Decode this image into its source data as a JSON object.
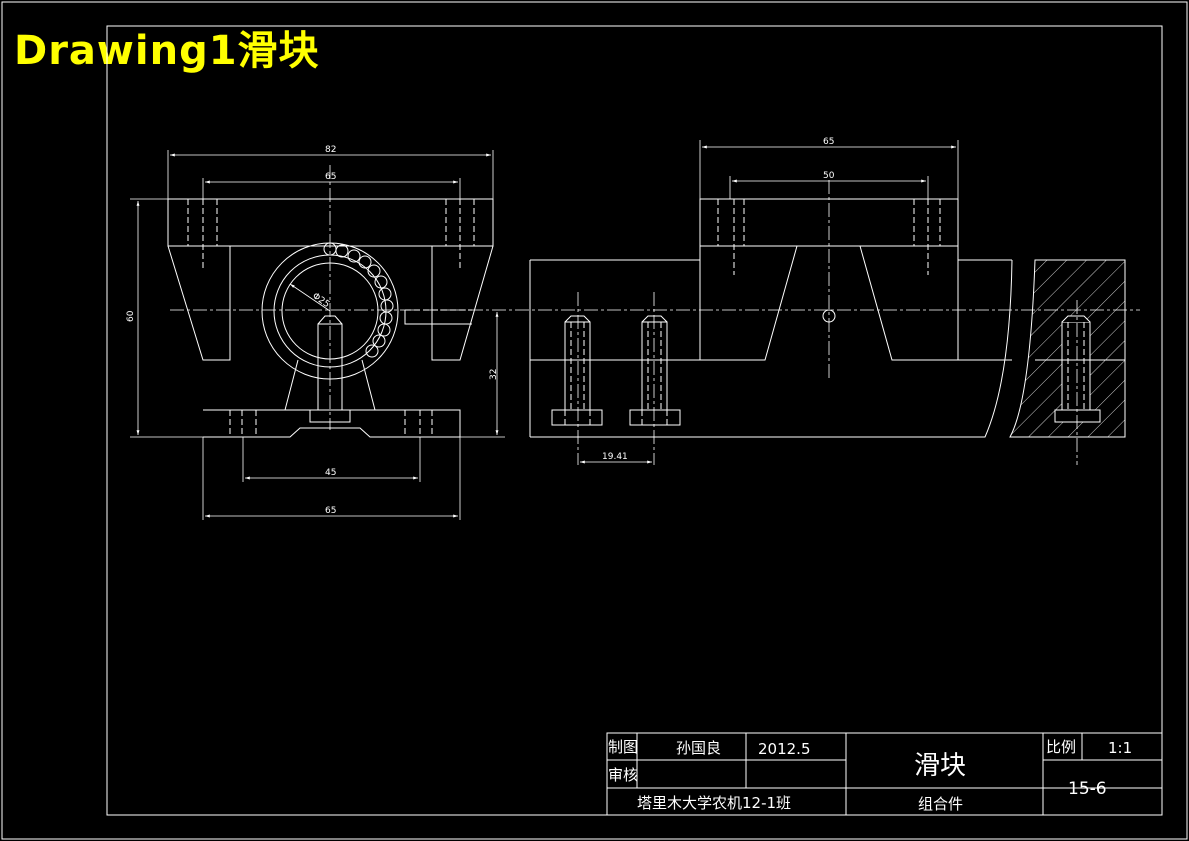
{
  "header": {
    "title": "Drawing1滑块"
  },
  "dimensions": {
    "front_top_width": "82",
    "front_hole_spacing": "65",
    "front_height": "60",
    "bore_diameter": "Φ25",
    "center_height": "32",
    "base_bolt_spacing": "45",
    "base_width": "65",
    "side_length": "65",
    "side_hole_spacing": "50",
    "bolt_pitch": "19.41"
  },
  "title_block": {
    "drawn_label": "制图",
    "drawn_by": "孙国良",
    "date": "2012.5",
    "checked_label": "审核",
    "part_name": "滑块",
    "scale_label": "比例",
    "scale_value": "1:1",
    "drawing_number": "15-6",
    "school_class": "塔里木大学农机12-1班",
    "type": "组合件"
  },
  "colors": {
    "background": "#000000",
    "lines": "#ffffff",
    "title": "#ffff00"
  }
}
